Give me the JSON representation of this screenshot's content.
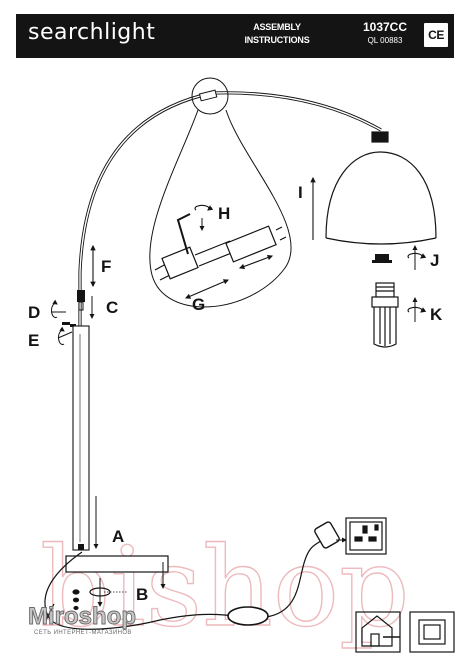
{
  "header": {
    "brand": "searchlight",
    "assembly_line1": "ASSEMBLY",
    "assembly_line2": "INSTRUCTIONS",
    "model_code": "1037CC",
    "ql_code": "QL 00883",
    "ce_mark": "CE"
  },
  "labels": {
    "A": "A",
    "B": "B",
    "C": "C",
    "D": "D",
    "E": "E",
    "F": "F",
    "G": "G",
    "H": "H",
    "I": "I",
    "J": "J",
    "K": "K"
  },
  "watermark": {
    "text": "bishop",
    "shop_name": "Miroshop",
    "shop_tagline": "СЕТЬ ИНТЕРНЕТ-МАГАЗИНОВ"
  },
  "icons": [
    "ce-mark-icon",
    "wall-socket-icon",
    "plug-icon",
    "indoor-use-icon",
    "double-insulation-icon",
    "rotate-arrow-icon",
    "bulb-icon",
    "allen-key-icon"
  ],
  "colors": {
    "header_bg": "#141414",
    "line": "#141414",
    "watermark": "#e8a3a8"
  }
}
